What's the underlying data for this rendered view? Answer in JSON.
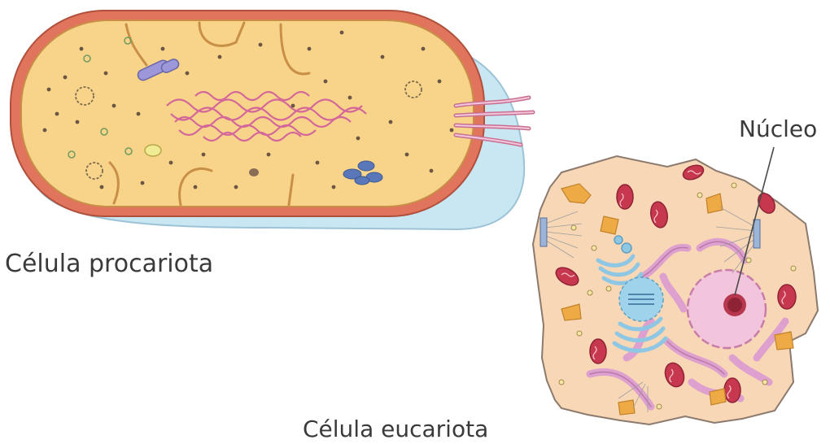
{
  "labels": {
    "prokaryote": "Célula procariota",
    "eukaryote": "Célula eucariota",
    "nucleus": "Núcleo"
  },
  "colors": {
    "cytoplasm": "#f7d48a",
    "cell_wall": "#e0745c",
    "capsule": "#c9e6f3",
    "dna": "#d4679a",
    "euk_cytoplasm": "#f7d7b5",
    "nucleus": "#f3c5dd",
    "mitochondria": "#c7384f",
    "golgi": "#8ec7e3",
    "er": "#dea0cf",
    "vacuole": "#eeab45",
    "ribosomes": "#6b5544"
  }
}
